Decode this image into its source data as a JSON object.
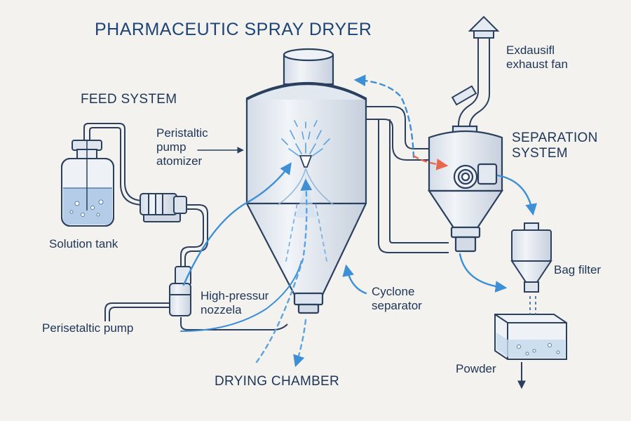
{
  "title": "PHARMACEUTIC SPRAY DRYER",
  "labels": {
    "feed_system": "FEED SYSTEM",
    "solution_tank": "Solution tank",
    "peristaltic_pump_atomizer": "Peristaltic\npump\natomizer",
    "perisetaltic_pump": "Perisetaltic pump",
    "high_pressure_nozzle": "High-pressur\nnozzela",
    "drying_chamber": "DRYING CHAMBER",
    "cyclone_separator": "Cyclone\nseparator",
    "exhaust_fan": "Exdausifl\nexhaust fan",
    "separation_system": "SEPARATION\nSYSTEM",
    "bag_filter": "Bag filter",
    "powder": "Powder"
  },
  "colors": {
    "line": "#2b3f5e",
    "metal": "#e4e9f0",
    "metal_shade": "#c9d3df",
    "liquid": "#a9c6e4",
    "flow_blue": "#3d8fd6",
    "flow_red": "#e8674f",
    "text": "#1f3557"
  }
}
